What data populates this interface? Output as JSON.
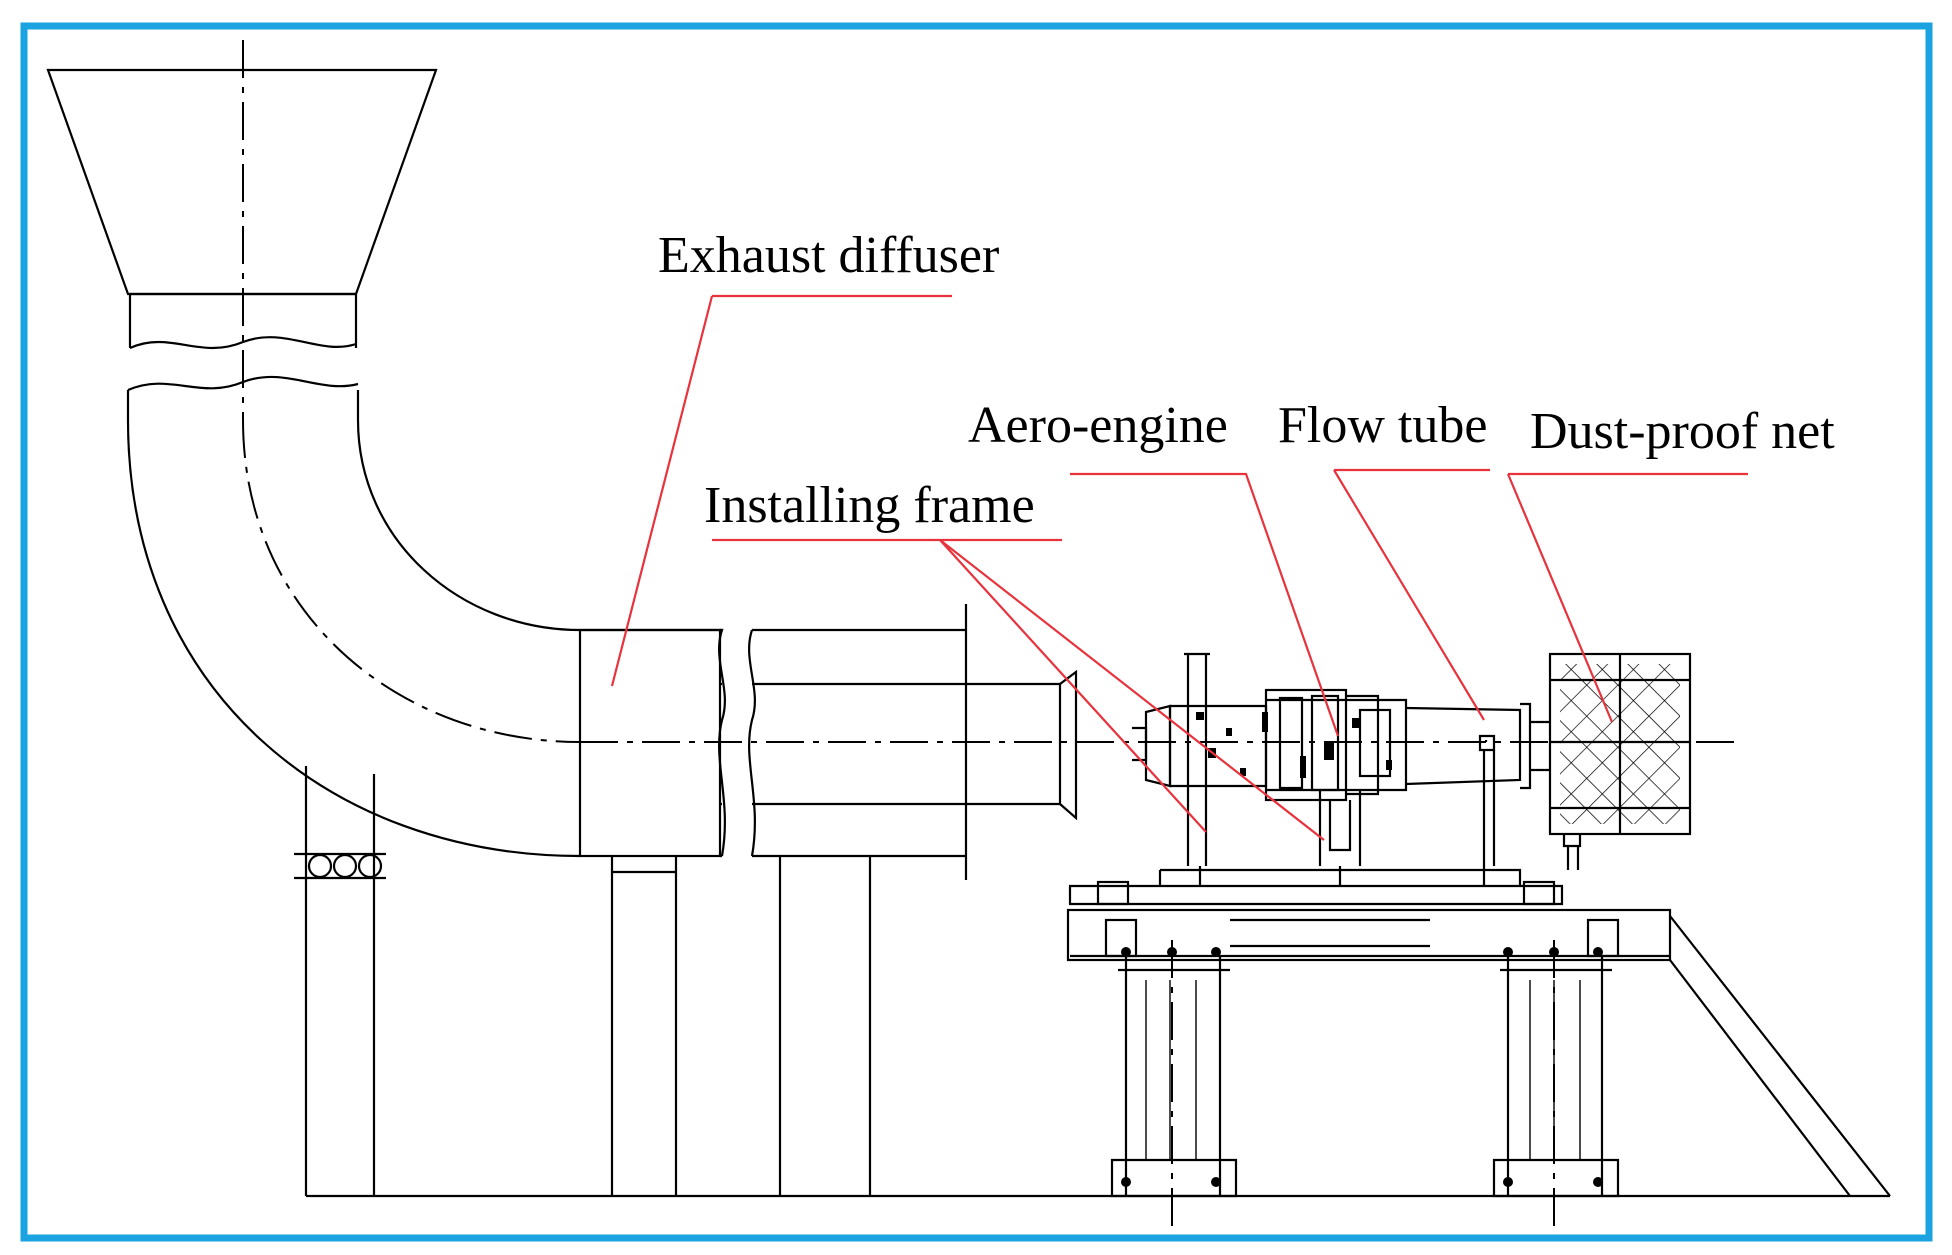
{
  "labels": {
    "exhaust_diffuser": "Exhaust diffuser",
    "aero_engine": "Aero-engine",
    "flow_tube": "Flow tube",
    "dust_proof_net": "Dust-proof net",
    "installing_frame": "Installing frame"
  },
  "colors": {
    "border": "#1aa3e0",
    "leader": "#e8323c",
    "line": "#000000",
    "background": "#ffffff"
  }
}
